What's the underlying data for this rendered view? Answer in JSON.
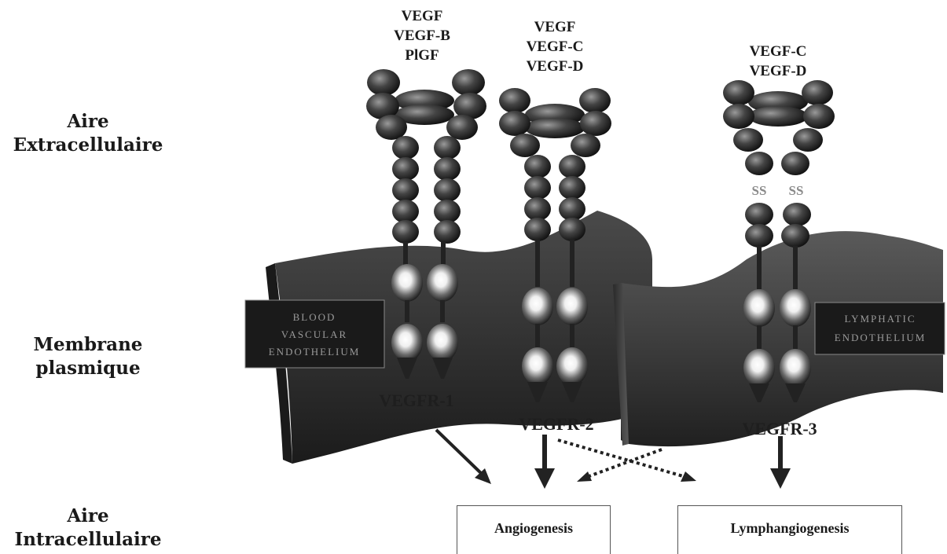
{
  "regions": {
    "extracellular": [
      "Aire",
      "Extracellulaire"
    ],
    "membrane": [
      "Membrane",
      "plasmique"
    ],
    "intracellular": [
      "Aire",
      "Intracellulaire"
    ]
  },
  "ligands": {
    "vegfr1": [
      "VEGF",
      "VEGF-B",
      "PlGF"
    ],
    "vegfr2": [
      "VEGF",
      "VEGF-C",
      "VEGF-D"
    ],
    "vegfr3": [
      "VEGF-C",
      "VEGF-D"
    ]
  },
  "receptors": {
    "vegfr1": "VEGFR-1",
    "vegfr2": "VEGFR-2",
    "vegfr3": "VEGFR-3"
  },
  "disulfide_labels": [
    "SS",
    "SS"
  ],
  "tissue_labels": {
    "blood": [
      "BLOOD",
      "VASCULAR",
      "ENDOTHELIUM"
    ],
    "lymphatic": [
      "LYMPHATIC",
      "ENDOTHELIUM"
    ]
  },
  "outcomes": {
    "angiogenesis": "Angiogenesis",
    "lymphangiogenesis": "Lymphangiogenesis"
  }
}
